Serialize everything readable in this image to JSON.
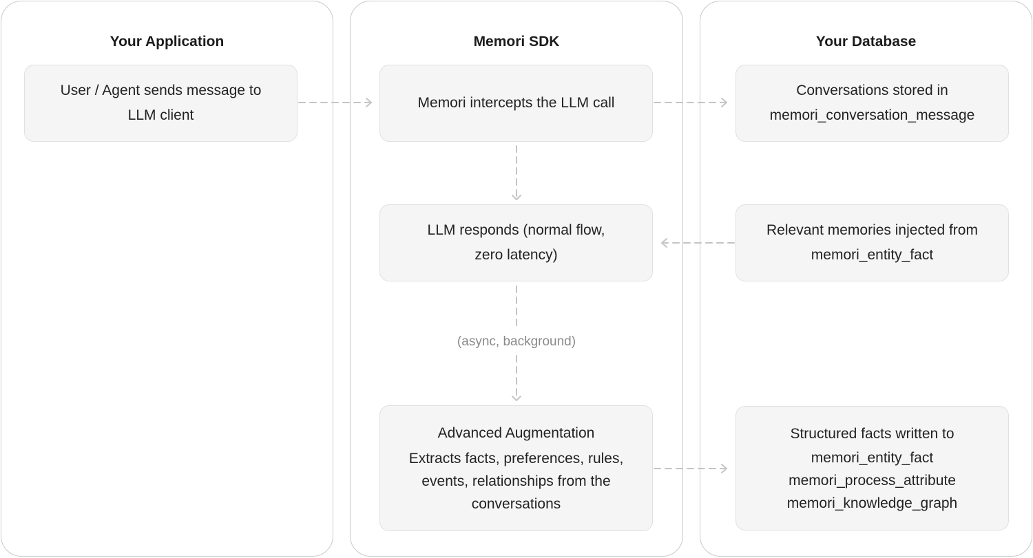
{
  "lanes": [
    {
      "title": "Your Application"
    },
    {
      "title": "Memori SDK"
    },
    {
      "title": "Your Database"
    }
  ],
  "app": {
    "send_box": [
      "User / Agent sends message to",
      "LLM client"
    ]
  },
  "sdk": {
    "intercept_box": [
      "Memori intercepts the LLM call"
    ],
    "respond_box": [
      "LLM responds (normal flow,",
      "zero latency)"
    ],
    "async_label": "(async, background)",
    "augment_box": {
      "title": "Advanced Augmentation",
      "lines": [
        "Extracts facts, preferences, rules,",
        "events, relationships from the",
        "conversations"
      ]
    }
  },
  "db": {
    "stored_box": [
      "Conversations stored in",
      "memori_conversation_message"
    ],
    "inject_box": [
      "Relevant memories injected from",
      "memori_entity_fact"
    ],
    "facts_box": [
      "Structured facts written to",
      "memori_entity_fact",
      "memori_process_attribute",
      "memori_knowledge_graph"
    ]
  },
  "colors": {
    "lane_border": "#c9c9c9",
    "box_fill": "#f5f5f5",
    "box_border": "#e0e0e0",
    "connector": "#c4c4c4",
    "muted_text": "#8a8a8a"
  }
}
